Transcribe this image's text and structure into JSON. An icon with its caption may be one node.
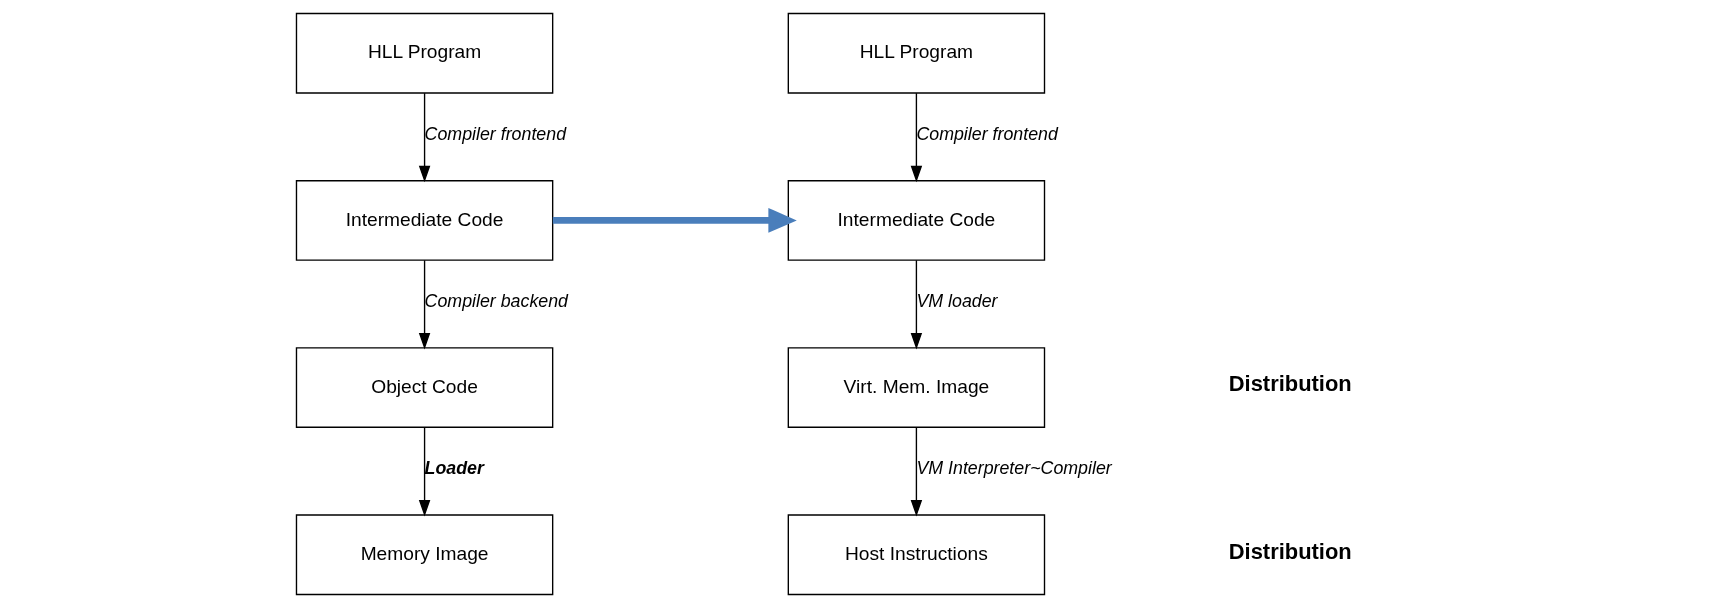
{
  "diagram": {
    "nodes": [
      {
        "text": [
          "HLL Program"
        ]
      },
      {
        "text": [
          "Intermediate Code"
        ]
      },
      {
        "text": [
          "Object Code"
        ]
      },
      {
        "text": [
          "Memory Image"
        ]
      },
      {
        "text": [
          "HLL Program"
        ]
      },
      {
        "text": [
          "Intermediate Code"
        ]
      },
      {
        "text": [
          "Virt. Mem. Image"
        ]
      },
      {
        "text": [
          "Host Instructions"
        ]
      }
    ],
    "edges": [
      {
        "from": 0,
        "to": 1,
        "arrow": "to",
        "label": "Compiler frontend"
      },
      {
        "from": 1,
        "to": 2,
        "arrow": "to",
        "label": "Compiler backend"
      },
      {
        "from": 2,
        "to": 3,
        "arrow": "to",
        "label": "Loader"
      },
      {
        "from": 1,
        "to": 5,
        "arrow": "to",
        "style": "thick",
        "color": "#4a7ebb"
      },
      {
        "from": 4,
        "to": 5,
        "arrow": "to",
        "label": "Compiler frontend"
      },
      {
        "from": 5,
        "to": 6,
        "arrow": "to",
        "label": "VM loader"
      },
      {
        "from": 6,
        "to": 7,
        "arrow": "to",
        "label": "VM Interpreter~Compiler"
      }
    ],
    "labels": [
      "Distribution",
      "Distribution"
    ]
  }
}
